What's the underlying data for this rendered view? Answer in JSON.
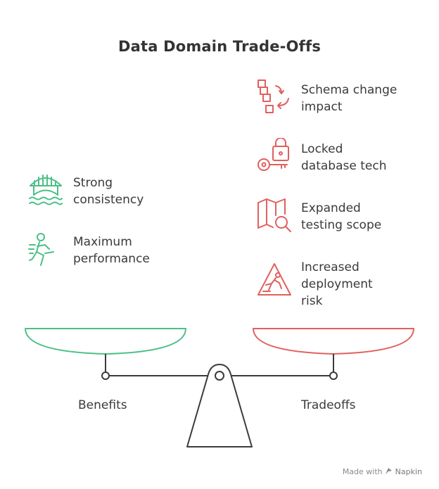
{
  "title": "Data Domain Trade-Offs",
  "benefits": {
    "label": "Benefits",
    "color": "#4bbf87",
    "items": [
      {
        "text": "Strong\nconsistency",
        "icon": "bridge-icon"
      },
      {
        "text": "Maximum\nperformance",
        "icon": "runner-icon"
      }
    ]
  },
  "tradeoffs": {
    "label": "Tradeoffs",
    "color": "#e0605e",
    "items": [
      {
        "text": "Schema change\nimpact",
        "icon": "schema-blocks-icon"
      },
      {
        "text": "Locked\ndatabase tech",
        "icon": "lock-key-icon"
      },
      {
        "text": "Expanded\ntesting scope",
        "icon": "map-search-icon"
      },
      {
        "text": "Increased\ndeployment\nrisk",
        "icon": "warning-fall-icon"
      }
    ]
  },
  "footer": {
    "made_with": "Made with",
    "brand": "Napkin"
  }
}
